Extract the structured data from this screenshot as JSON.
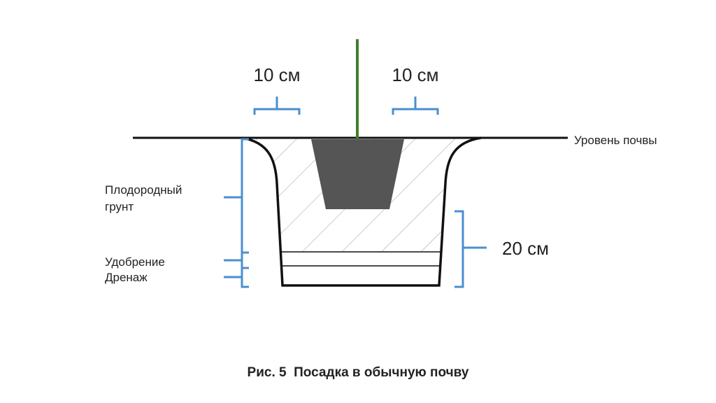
{
  "labels": {
    "soil_level": "Уровень почвы",
    "fertile_soil_line1": "Плодородный",
    "fertile_soil_line2": "грунт",
    "fertilizer": "Удобрение",
    "drainage": "Дренаж",
    "width_left": "10 см",
    "width_right": "10 см",
    "depth": "20 см"
  },
  "caption": "Рис. 5  Посадка в обычную почву",
  "colors": {
    "outline": "#111111",
    "bracket": "#4a8fd0",
    "stem": "#3f7f2a",
    "root_ball": "#555555",
    "hatch": "#9a9a9a",
    "text": "#222222"
  }
}
